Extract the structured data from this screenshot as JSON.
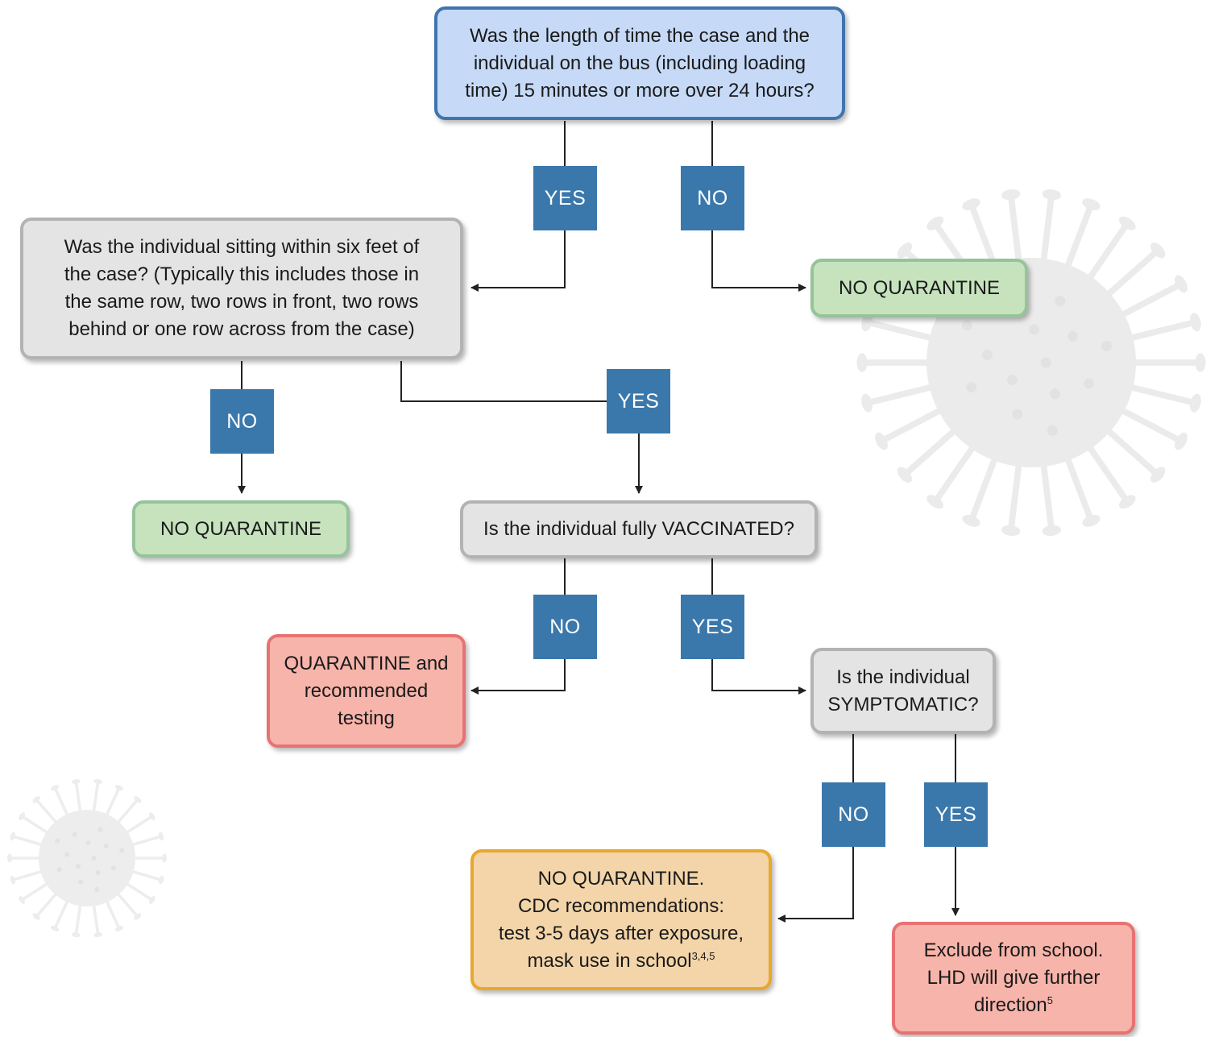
{
  "nodes": {
    "q1": "Was the length of time the case and the\nindividual on the bus (including loading\ntime) 15 minutes or more over 24 hours?",
    "q2": "Was the individual sitting within six feet of\nthe case? (Typically this includes those in\nthe same row, two rows in front, two rows\nbehind or one row across from the case)",
    "q3": "Is the individual fully VACCINATED?",
    "q4": "Is the individual\nSYMPTOMATIC?",
    "no_quarantine_1": "NO QUARANTINE",
    "no_quarantine_2": "NO QUARANTINE",
    "quarantine_testing": "QUARANTINE and\nrecommended\ntesting",
    "cdc_text": "NO QUARANTINE.\nCDC recommendations:\ntest 3-5 days after exposure,\nmask use in school",
    "cdc_sup": "3,4,5",
    "exclude_text": "Exclude from school.\nLHD will give further\ndirection",
    "exclude_sup": "5"
  },
  "labels": {
    "yes_1": "YES",
    "no_1": "NO",
    "no_2": "NO",
    "yes_2": "YES",
    "no_3": "NO",
    "yes_3": "YES",
    "no_4": "NO",
    "yes_4": "YES"
  },
  "colors": {
    "question_blue_fill": "#c6daf7",
    "question_blue_border": "#3f74b0",
    "question_gray_fill": "#e4e4e4",
    "outcome_green_fill": "#c6e3be",
    "outcome_red_fill": "#f7b4aa",
    "outcome_orange_fill": "#f3d5a9",
    "label_fill": "#3a78ab",
    "connector": "#222222"
  },
  "decor_icons": [
    "virus-icon",
    "virus-icon"
  ]
}
